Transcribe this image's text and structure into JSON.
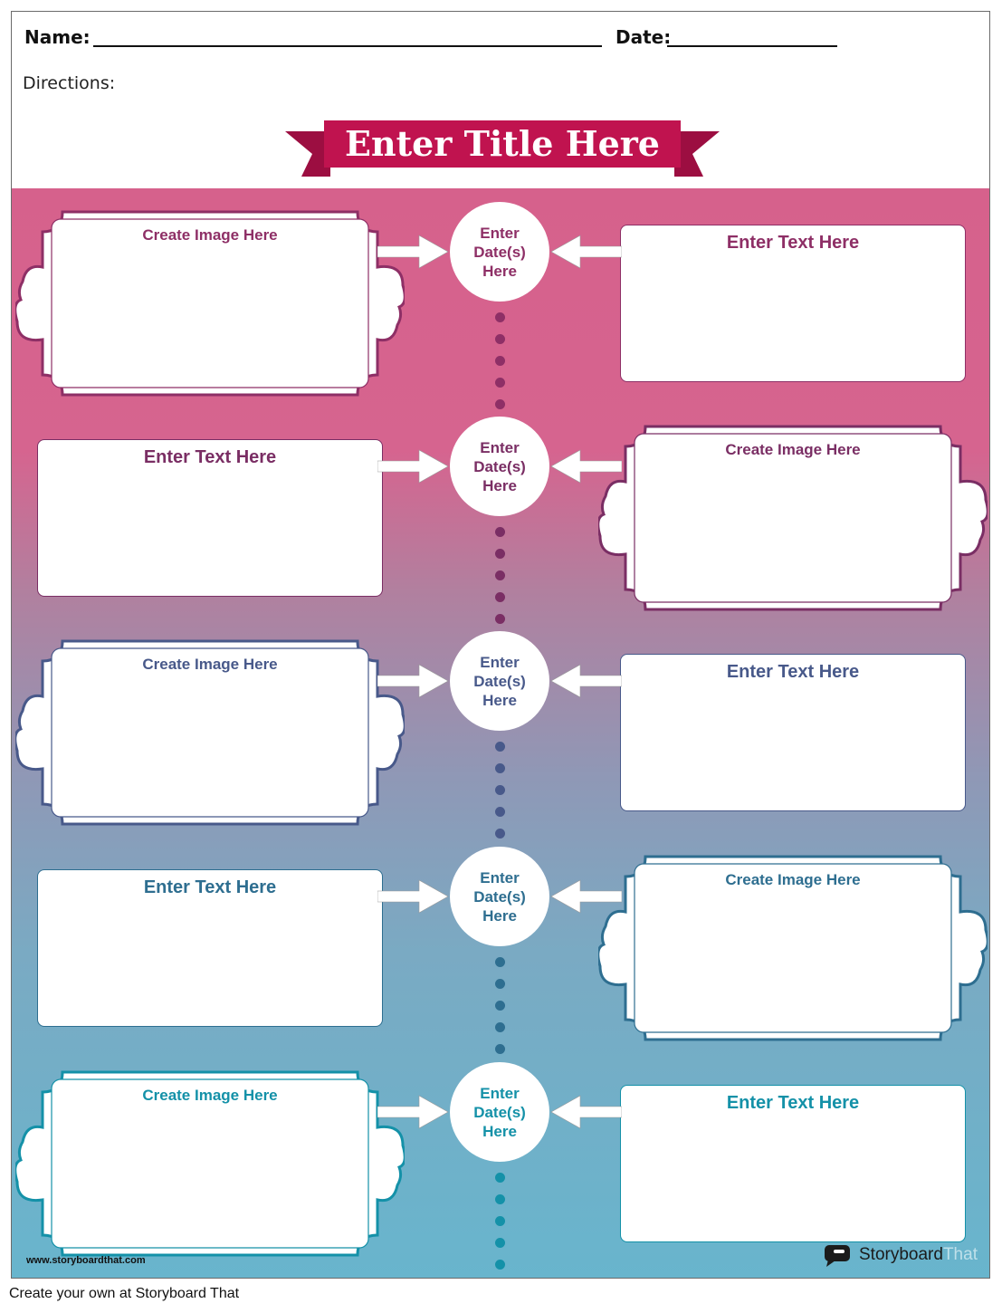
{
  "header": {
    "name_label": "Name:",
    "date_label": "Date:",
    "directions_label": "Directions:"
  },
  "title": "Enter Title Here",
  "rows": [
    {
      "color": "#8e2f66",
      "left": {
        "kind": "image",
        "label": "Create Image Here"
      },
      "date": "Enter Date(s) Here",
      "right": {
        "kind": "text",
        "label": "Enter Text Here"
      }
    },
    {
      "color": "#7a2e64",
      "left": {
        "kind": "text",
        "label": "Enter Text Here"
      },
      "date": "Enter Date(s) Here",
      "right": {
        "kind": "image",
        "label": "Create Image Here"
      }
    },
    {
      "color": "#48598a",
      "left": {
        "kind": "image",
        "label": "Create Image Here"
      },
      "date": "Enter Date(s) Here",
      "right": {
        "kind": "text",
        "label": "Enter Text Here"
      }
    },
    {
      "color": "#2e6e90",
      "left": {
        "kind": "text",
        "label": "Enter Text Here"
      },
      "date": "Enter Date(s) Here",
      "right": {
        "kind": "image",
        "label": "Create Image Here"
      }
    },
    {
      "color": "#1491a8",
      "left": {
        "kind": "image",
        "label": "Create Image Here"
      },
      "date": "Enter Date(s) Here",
      "right": {
        "kind": "text",
        "label": "Enter Text Here"
      }
    }
  ],
  "dot_colors": [
    "#8e2f66",
    "#7a2e64",
    "#48598a",
    "#2e6e90",
    "#1491a8"
  ],
  "ribbon_colors": {
    "main": "#c0134f",
    "tails": "#9c0e41"
  },
  "footer": {
    "url": "www.storyboardthat.com",
    "brand_a": "Storyboard",
    "brand_b": "That",
    "credit": "Create your own at Storyboard That"
  }
}
